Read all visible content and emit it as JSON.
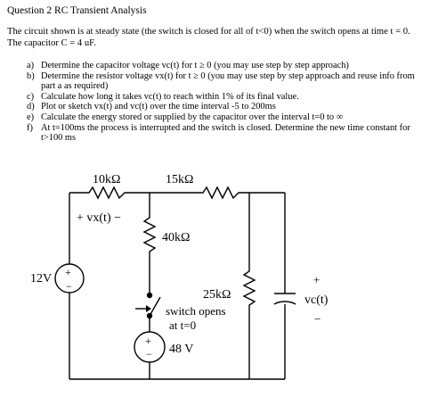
{
  "question": {
    "title": "Question 2 RC Transient Analysis",
    "intro": "The circuit shown is at steady state (the switch is closed for all of t<0) when the switch opens at time t = 0.  The capacitor C = 4 uF.",
    "items": [
      {
        "label": "a)",
        "text": "Determine the capacitor voltage vc(t) for t ≥ 0 (you may use step by step approach)"
      },
      {
        "label": "b)",
        "text": "Determine the resistor voltage vx(t) for t ≥ 0 (you may use step by step approach and reuse info from part a as required)"
      },
      {
        "label": "c)",
        "text": "Calculate how long it takes vc(t) to reach within 1% of its final value."
      },
      {
        "label": "d)",
        "text": "Plot or sketch vx(t) and vc(t) over the time interval -5 to 200ms"
      },
      {
        "label": "e)",
        "text": "Calculate the energy stored or supplied by the capacitor over the interval t=0 to ∞"
      },
      {
        "label": "f)",
        "text": "At t=100ms the process is interrupted and the switch is closed. Determine the new time constant for t>100 ms"
      }
    ]
  },
  "circuit": {
    "r1_label": "10kΩ",
    "r2_label": "15kΩ",
    "r3_label": "40kΩ",
    "r4_label": "25kΩ",
    "source1_label": "12V",
    "source2_label": "48 V",
    "vx_label": "+ vx(t) −",
    "switch_label_1": "switch opens",
    "switch_label_2": "at t=0",
    "vc_plus": "+",
    "vc_label": "vc(t)",
    "vc_minus": "−",
    "src_plus": "+",
    "src_minus": "−"
  }
}
